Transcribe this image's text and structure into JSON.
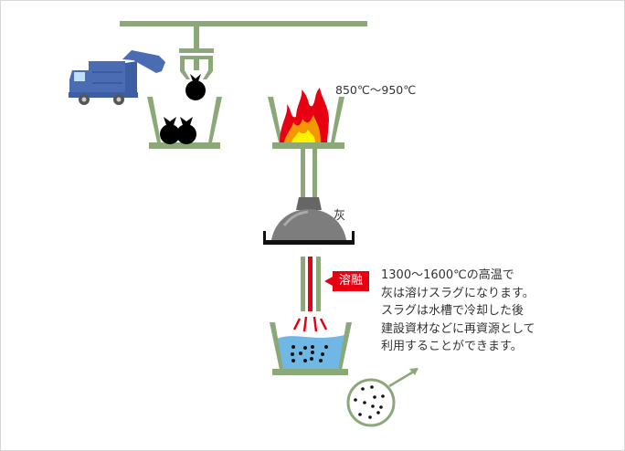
{
  "labels": {
    "furnace_temp": "850℃～950℃",
    "ash": "灰",
    "melting": "溶融"
  },
  "description_lines": [
    "1300～1600℃の高温で",
    "灰は溶けスラグになります。",
    "スラグは水槽で冷却した後",
    "建設資材などに再資源として",
    "利用することができます。"
  ],
  "colors": {
    "structure": "#8aa878",
    "melt": "#e60012",
    "water": "#6fb8e6",
    "truck": "#4a6cb3"
  }
}
